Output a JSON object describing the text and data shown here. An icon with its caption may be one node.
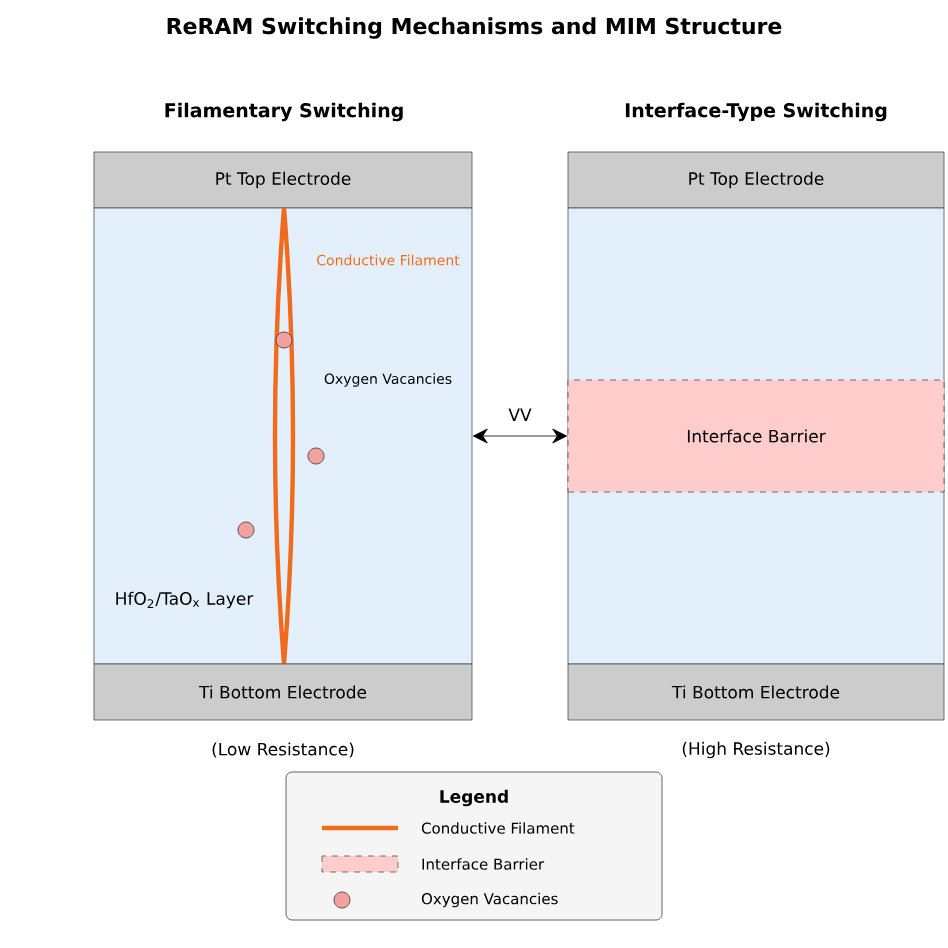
{
  "diagram": {
    "title": "ReRAM Switching Mechanisms and MIM Structure",
    "nodes": [
      {
        "text": [
          "Pt Top Electrode"
        ]
      },
      {
        "text": [
          "HfO$_{2}$/TaO$_{x}$ Layer"
        ]
      },
      {
        "text": [
          "Ti Bottom Electrode"
        ],
        "beside": [
          "(Low Resistance)"
        ]
      },
      {
        "text": [
          "Pt Top Electrode"
        ]
      },
      {
        "text": [],
        "shape": "box"
      },
      {
        "text": [
          "Interface Barrier"
        ],
        "in": 4
      },
      {
        "text": [
          "Ti Bottom Electrode"
        ],
        "beside": [
          "(High Resistance)"
        ]
      }
    ],
    "edges": [
      {
        "from": 1,
        "to": 4,
        "arrow": "both",
        "label": "VV"
      }
    ],
    "labels": [
      "Filamentary Switching",
      "Interface-Type Switching",
      "Conductive Filament",
      "Oxygen Vacancies",
      "Legend"
    ],
    "legend": [
      {
        "text": "Conductive Filament"
      },
      {
        "text": "Interface Barrier",
        "color": "#ffcccc"
      },
      {
        "text": "Oxygen Vacancies"
      }
    ]
  }
}
